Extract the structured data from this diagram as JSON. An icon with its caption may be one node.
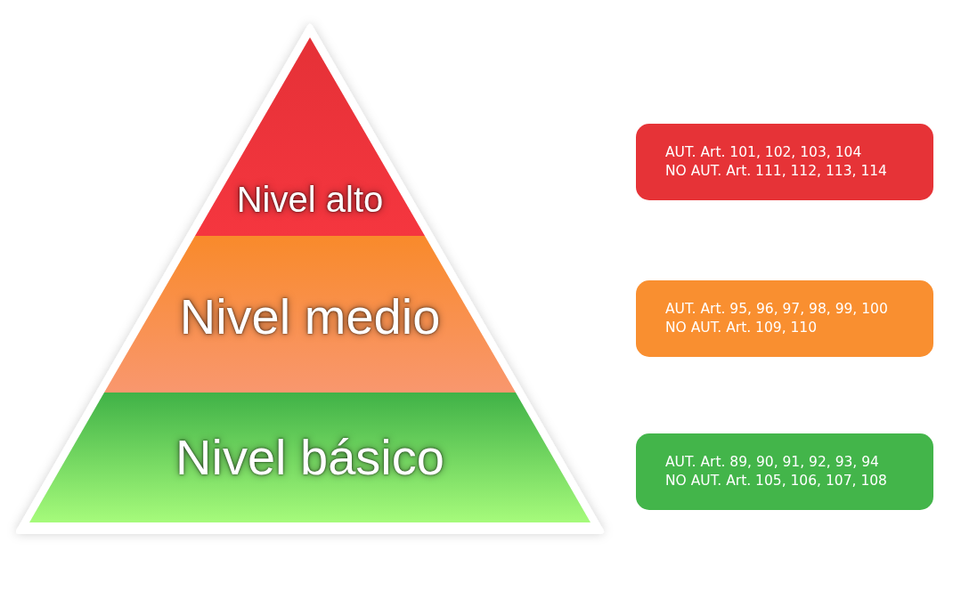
{
  "diagram": {
    "nodes": [
      {
        "text": [
          "Nivel alto"
        ]
      },
      {
        "text": [
          "Nivel medio"
        ]
      },
      {
        "text": [
          "Nivel básico"
        ]
      },
      {
        "text": [
          "AUT. Art. 101, 102, 103, 104",
          "NO AUT. Art. 111, 112, 113, 114"
        ]
      },
      {
        "text": [
          "AUT. Art. 95, 96, 97, 98, 99, 100",
          "NO AUT. Art. 109, 110"
        ]
      },
      {
        "text": [
          "AUT. Art. 89, 90, 91, 92, 93, 94",
          "NO AUT. Art. 105, 106, 107, 108"
        ]
      }
    ]
  }
}
